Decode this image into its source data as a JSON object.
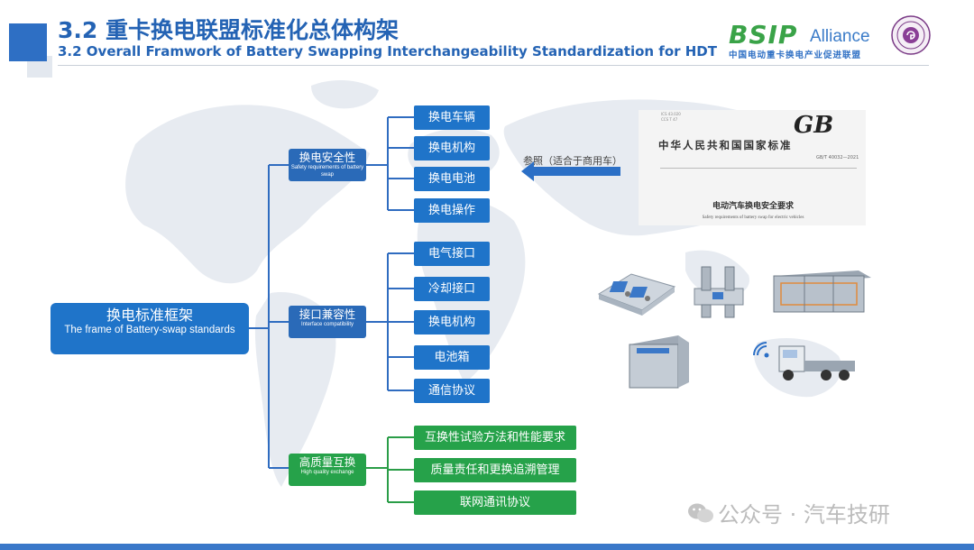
{
  "header": {
    "title_cn": "3.2 重卡换电联盟标准化总体构架",
    "title_en": "3.2 Overall Framwork of Battery Swapping Interchangeability Standardization for HDT"
  },
  "logo": {
    "mark": "BSIP",
    "word": "Alliance",
    "sub": "中国电动重卡换电产业促进联盟"
  },
  "root": {
    "cn": "换电标准框架",
    "en": "The frame of Battery-swap standards"
  },
  "categories": [
    {
      "cn": "换电安全性",
      "en": "Safety requirements of battery swap",
      "leaves": [
        "换电车辆",
        "换电机构",
        "换电电池",
        "换电操作"
      ]
    },
    {
      "cn": "接口兼容性",
      "en": "Interface compatibility",
      "leaves": [
        "电气接口",
        "冷却接口",
        "换电机构",
        "电池箱",
        "通信协议"
      ]
    },
    {
      "cn": "高质量互换",
      "en": "High quality exchange",
      "leaves": [
        "互换性试验方法和性能要求",
        "质量责任和更换追溯管理",
        "联网通讯协议"
      ]
    }
  ],
  "reference": {
    "label": "参照（适合于商用车）"
  },
  "standard_doc": {
    "gb": "GB",
    "national": "中华人民共和国国家标准",
    "code": "GB/T 40032—2021",
    "title_cn": "电动汽车换电安全要求",
    "title_en": "Safety requirements of battery swap for electric vehicles"
  },
  "watermark": "公众号 · 汽车技研",
  "colors": {
    "title": "#2463b4",
    "root": "#1f74c9",
    "category_blue": "#2a6ab8",
    "green": "#26a24a",
    "connector_blue": "#2f6cc0",
    "connector_green": "#2a9d47"
  }
}
